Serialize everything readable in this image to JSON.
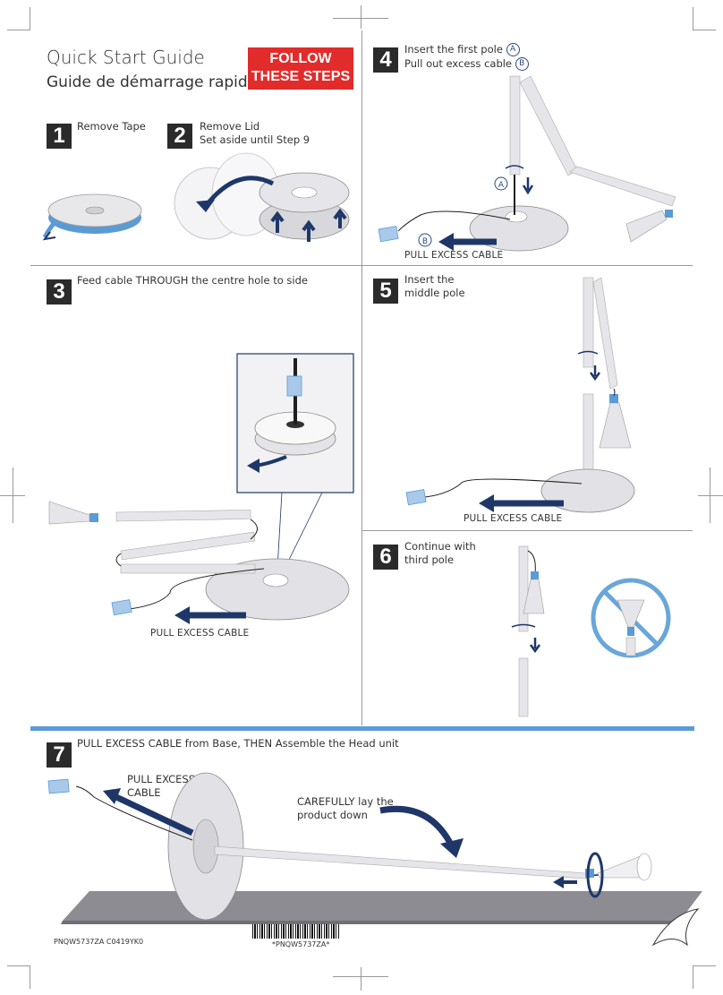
{
  "header": {
    "title_en": "Quick Start Guide",
    "title_fr": "Guide de démarrage rapide",
    "badge_line1": "FOLLOW",
    "badge_line2": "THESE STEPS"
  },
  "steps": {
    "s1": {
      "num": "1",
      "text": "Remove Tape"
    },
    "s2": {
      "num": "2",
      "line1": "Remove Lid",
      "line2": "Set aside until Step 9"
    },
    "s3": {
      "num": "3",
      "text": "Feed cable THROUGH the centre hole to side",
      "caption": "PULL EXCESS CABLE"
    },
    "s4": {
      "num": "4",
      "line1": "Insert the first pole",
      "line2": "Pull out excess cable",
      "marker_a": "A",
      "marker_b": "B",
      "caption": "PULL EXCESS CABLE"
    },
    "s5": {
      "num": "5",
      "line1": "Insert the",
      "line2": "middle pole",
      "caption": "PULL EXCESS CABLE"
    },
    "s6": {
      "num": "6",
      "line1": "Continue with",
      "line2": "third pole"
    },
    "s7": {
      "num": "7",
      "text": "PULL EXCESS CABLE from Base, THEN Assemble the Head unit",
      "pull_line1": "PULL EXCESS",
      "pull_line2": "CABLE",
      "lay_line1": "CAREFULLY lay the",
      "lay_line2": "product down"
    }
  },
  "footer": {
    "code": "PNQW5737ZA  C0419YK0",
    "barcode_text": "*PNQW5737ZA*"
  },
  "colors": {
    "accent_blue": "#5b9bd5",
    "arrow_navy": "#1f3768",
    "badge_red": "#e22b2b",
    "step_box": "#2b2b2b"
  }
}
